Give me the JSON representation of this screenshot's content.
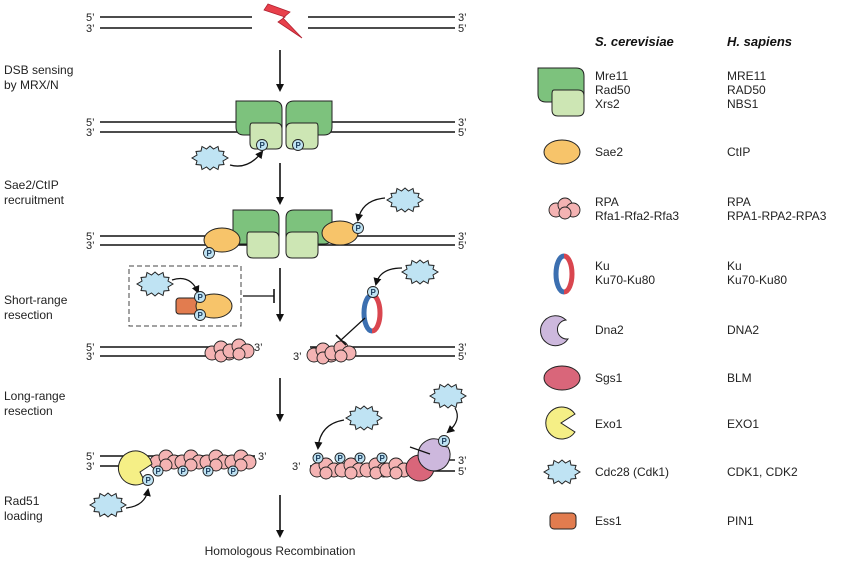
{
  "steps": [
    {
      "label_lines": [
        "DSB sensing",
        "by MRX/N"
      ]
    },
    {
      "label_lines": [
        "Sae2/CtIP",
        "recruitment"
      ]
    },
    {
      "label_lines": [
        "Short-range",
        "resection"
      ]
    },
    {
      "label_lines": [
        "Long-range",
        "resection"
      ]
    },
    {
      "label_lines": [
        "Rad51",
        "loading"
      ]
    }
  ],
  "outcome": "Homologous Recombination",
  "strand_ends": {
    "five": "5’",
    "three": "3’"
  },
  "phospho_label": "P",
  "legend": {
    "headers": {
      "yeast": "S. cerevisiae",
      "human": "H. sapiens"
    },
    "rows": [
      {
        "icon": "mrx-complex-icon",
        "yeast": [
          "Mre11",
          "Rad50",
          "Xrs2"
        ],
        "human": [
          "MRE11",
          "RAD50",
          "NBS1"
        ]
      },
      {
        "icon": "sae2-icon",
        "yeast": [
          "Sae2"
        ],
        "human": [
          "CtIP"
        ]
      },
      {
        "icon": "rpa-icon",
        "yeast": [
          "RPA",
          "Rfa1-Rfa2-Rfa3"
        ],
        "human": [
          "RPA",
          "RPA1-RPA2-RPA3"
        ]
      },
      {
        "icon": "ku-ring-icon",
        "yeast": [
          "Ku",
          "Ku70-Ku80"
        ],
        "human": [
          "Ku",
          "Ku70-Ku80"
        ]
      },
      {
        "icon": "dna2-icon",
        "yeast": [
          "Dna2"
        ],
        "human": [
          "DNA2"
        ]
      },
      {
        "icon": "sgs1-icon",
        "yeast": [
          "Sgs1"
        ],
        "human": [
          "BLM"
        ]
      },
      {
        "icon": "exo1-icon",
        "yeast": [
          "Exo1"
        ],
        "human": [
          "EXO1"
        ]
      },
      {
        "icon": "cdk-icon",
        "yeast": [
          "Cdc28 (Cdk1)"
        ],
        "human": [
          "CDK1, CDK2"
        ]
      },
      {
        "icon": "ess1-icon",
        "yeast": [
          "Ess1"
        ],
        "human": [
          "PIN1"
        ]
      }
    ]
  },
  "colors": {
    "mrx_dark": "#7dc27d",
    "mrx_light": "#cde6b4",
    "sae2": "#f7c46a",
    "rpa": "#f4b3b3",
    "ku_blue": "#3c6fb0",
    "ku_red": "#d9464f",
    "dna2": "#cdb8dd",
    "sgs1": "#d9667a",
    "exo1": "#f5ef86",
    "cdk": "#bfe3f3",
    "ess1": "#e27c4f",
    "phospho": "#bfe3f3",
    "bolt": "#e8404b"
  }
}
